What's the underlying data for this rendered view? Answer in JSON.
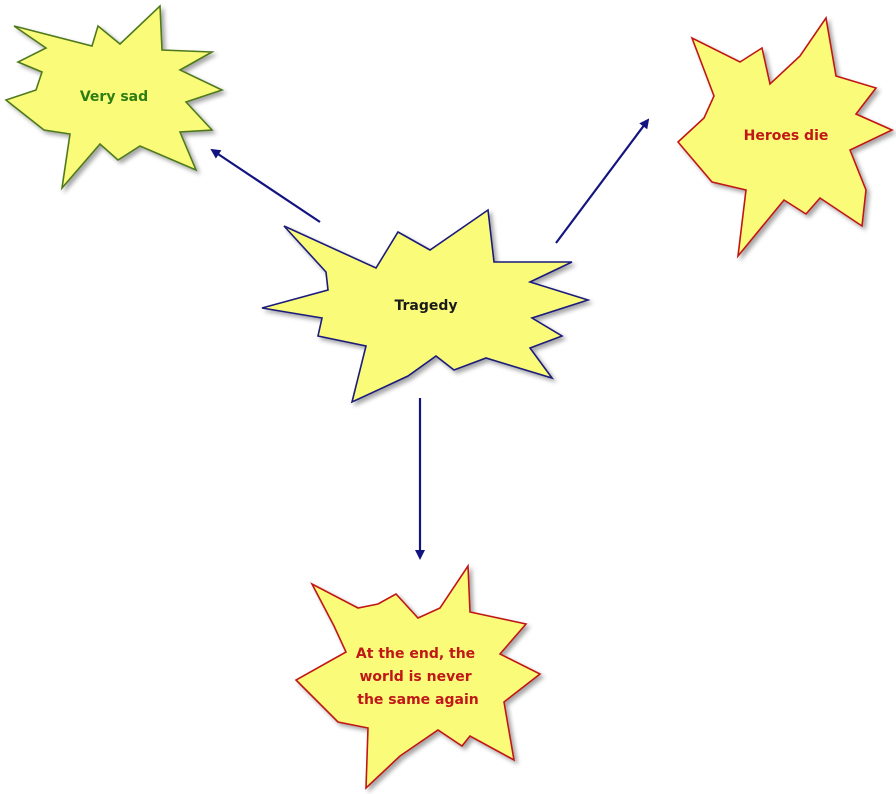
{
  "diagram": {
    "center": {
      "label": "Tragedy",
      "fill": "#fbfb7a",
      "stroke": "#1b1b7a",
      "text_color": "#1a1a1a"
    },
    "nodes": [
      {
        "id": "very-sad",
        "label_lines": [
          "Very sad"
        ],
        "fill": "#fbfb7a",
        "stroke": "#4f7a1f",
        "text_color": "#2e7d12"
      },
      {
        "id": "heroes-die",
        "label_lines": [
          "Heroes die"
        ],
        "fill": "#fbfb7a",
        "stroke": "#c01818",
        "text_color": "#c01818"
      },
      {
        "id": "world-never-same",
        "label_lines": [
          "At the end, the",
          "world is never",
          "the same again"
        ],
        "fill": "#fbfb7a",
        "stroke": "#c01818",
        "text_color": "#c01818"
      }
    ],
    "arrow_color": "#141480"
  }
}
